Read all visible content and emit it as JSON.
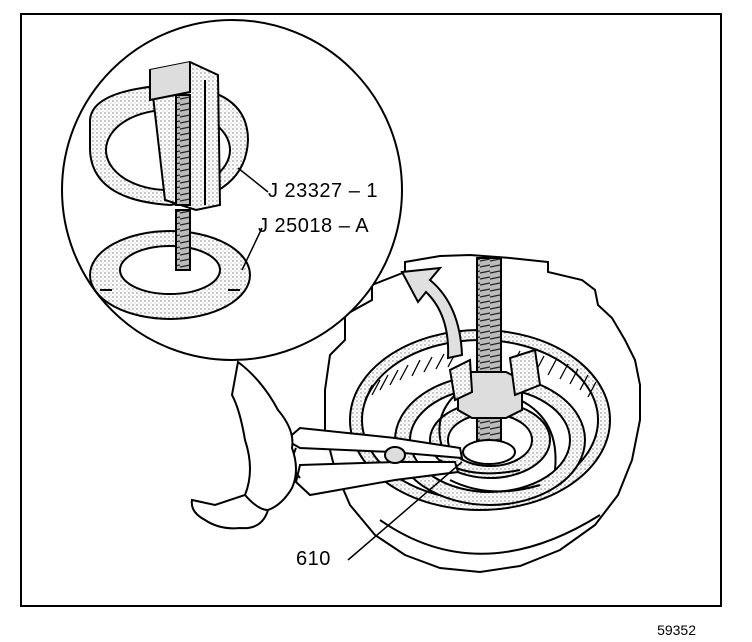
{
  "callouts": {
    "tool_upper": "J 23327 – 1",
    "tool_lower": "J 25018 – A",
    "part_number": "610"
  },
  "figure_id": "59352",
  "colors": {
    "line": "#000000",
    "background": "#ffffff",
    "shading": "#c8c8c8"
  }
}
